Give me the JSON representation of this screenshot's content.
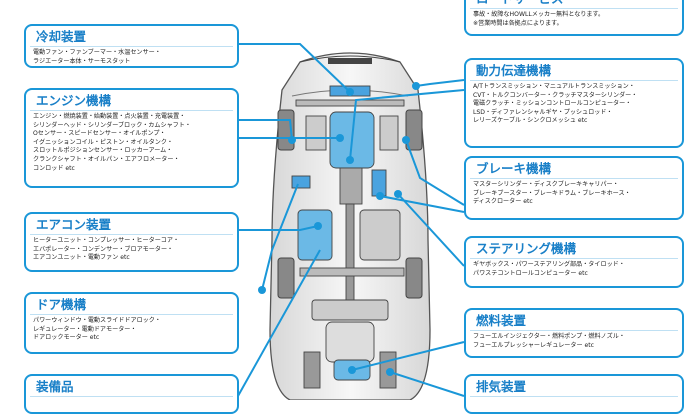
{
  "colors": {
    "accent": "#1a97d8",
    "title": "#1a80c8",
    "part_fill": "#6bb9e6"
  },
  "boxes": {
    "top_right": {
      "title": "ロードサービス",
      "body": "事故・故障なHOWLLメッカー無料となります。\n※営業時間は各拠点によります。"
    },
    "cooling": {
      "title": "冷却装置",
      "body": "電動ファン・ファンブーマー・水温センサー・\nラジエーター本体・サーモスタット"
    },
    "engine": {
      "title": "エンジン機構",
      "body": "エンジン・燃焼装置・始動装置・点火装置・充電装置・\nシリンダーヘッド・シリンダーブロック・カムシャフト・\nOセンサー・スピードセンサー・オイルポンプ・\nイグニッションコイル・ピストン・オイルタンク・\nスロットルポジションセンサー・ロッカーアーム・\nクランクシャフト・オイルパン・エアフロメーター・\nコンロッド etc"
    },
    "aircon": {
      "title": "エアコン装置",
      "body": "ヒーターユニット・コンプレッサー・ヒーターコア・\nエバポレーター・コンデンサー・ブロアモーター・\nエアコンユニット・電動ファン etc"
    },
    "door": {
      "title": "ドア機構",
      "body": "パワーウィンドウ・電動スライドドアロック・\nレギュレーター・電動ドアモーター・\nドアロックモーター etc"
    },
    "equipment": {
      "title": "装備品",
      "body": ""
    },
    "transmission": {
      "title": "動力伝達機構",
      "body": "A/Tトランスミッション・マニュアルトランスミッション・\nCVT・トルクコンバーター・クラッチマスターシリンダー・\n電磁クラッチ・ミッションコントロールコンピューター・\nLSD・ディファレンシャルギヤ・プッシュロッド・\nレリーズケーブル・シンクロメッシュ etc"
    },
    "brake": {
      "title": "ブレーキ機構",
      "body": "マスターシリンダー・ディスクブレーキキャリパー・\nブレーキブースター・ブレーキドラム・ブレーキホース・\nディスクローター etc"
    },
    "steering": {
      "title": "ステアリング機構",
      "body": "ギヤボックス・パワーステアリング部品・タイロッド・\nパワステコントロールコンピューター etc"
    },
    "fuel": {
      "title": "燃料装置",
      "body": "フューエルインジェクター・燃料ポンプ・燃料ノズル・\nフューエルプレッシャーレギュレーター etc"
    },
    "exhaust": {
      "title": "排気装置",
      "body": ""
    }
  }
}
